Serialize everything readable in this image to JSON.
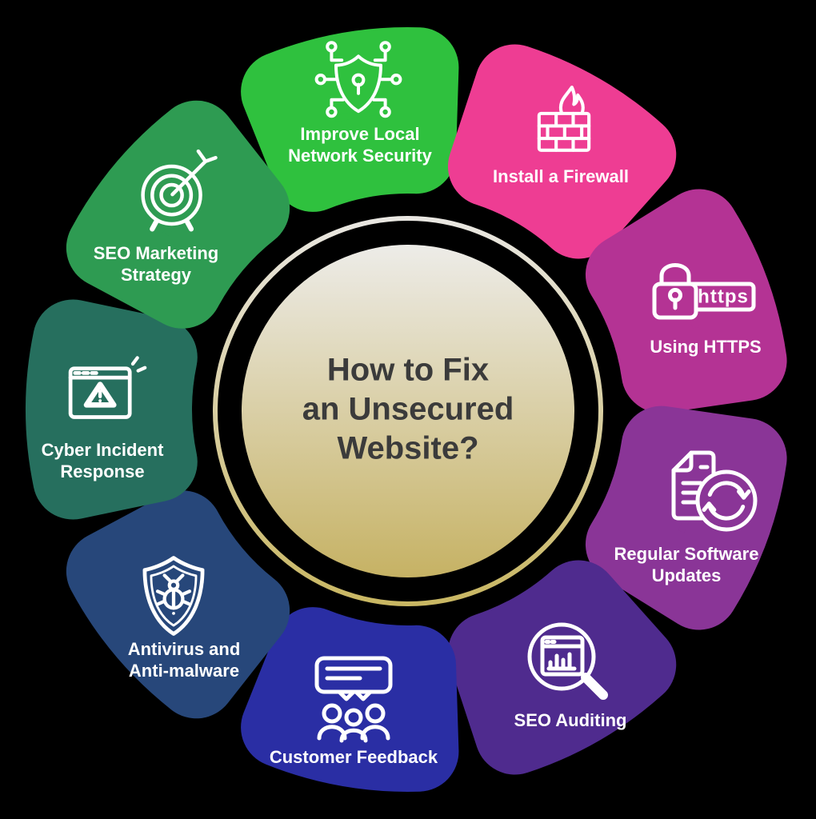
{
  "title": {
    "lines": [
      "How to Fix",
      "an Unsecured",
      "Website?"
    ],
    "color": "#3b3b3b"
  },
  "wheel": {
    "background": "#000000",
    "circle_gradient_top": "#edece8",
    "circle_gradient_bottom": "#c6b264",
    "ring_gradient_top": "#e9e7e2",
    "ring_gradient_bottom": "#c9b763"
  },
  "segments": [
    {
      "id": "improve-local-network-security",
      "color": "#2fc13e",
      "icon": "network-shield-icon",
      "lines": [
        "Improve Local",
        "Network Security"
      ]
    },
    {
      "id": "install-a-firewall",
      "color": "#ee3d93",
      "icon": "firewall-icon",
      "lines": [
        "Install a Firewall"
      ]
    },
    {
      "id": "using-https",
      "color": "#b43394",
      "icon": "https-lock-icon",
      "lines": [
        "Using HTTPS"
      ],
      "icon_text": "https"
    },
    {
      "id": "regular-software-updates",
      "color": "#8a3597",
      "icon": "software-update-icon",
      "lines": [
        "Regular Software",
        "Updates"
      ]
    },
    {
      "id": "seo-auditing",
      "color": "#4f2b8e",
      "icon": "seo-audit-icon",
      "lines": [
        "SEO Auditing"
      ]
    },
    {
      "id": "customer-feedback",
      "color": "#2a2ea4",
      "icon": "customer-feedback-icon",
      "lines": [
        "Customer Feedback"
      ]
    },
    {
      "id": "antivirus-anti-malware",
      "color": "#27477a",
      "icon": "antivirus-shield-icon",
      "lines": [
        "Antivirus and",
        "Anti-malware"
      ]
    },
    {
      "id": "cyber-incident-response",
      "color": "#266f5e",
      "icon": "incident-alert-icon",
      "lines": [
        "Cyber Incident",
        "Response"
      ]
    },
    {
      "id": "seo-marketing-strategy",
      "color": "#2e9b52",
      "icon": "target-arrow-icon",
      "lines": [
        "SEO Marketing",
        "Strategy"
      ]
    }
  ]
}
